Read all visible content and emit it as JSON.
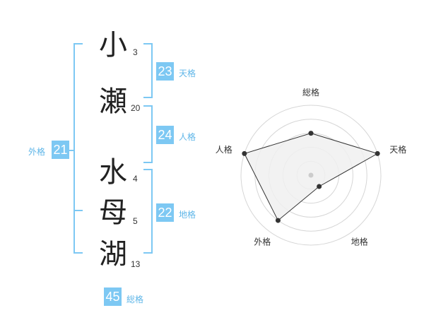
{
  "name": {
    "characters": [
      {
        "char": "小",
        "strokes": "3"
      },
      {
        "char": "瀬",
        "strokes": "20"
      },
      {
        "char": "水",
        "strokes": "4"
      },
      {
        "char": "母",
        "strokes": "5"
      },
      {
        "char": "湖",
        "strokes": "13"
      }
    ]
  },
  "fortune": {
    "tenkaku": {
      "label": "天格",
      "value": "23"
    },
    "jinkaku": {
      "label": "人格",
      "value": "24"
    },
    "chikaku": {
      "label": "地格",
      "value": "22"
    },
    "gaikaku": {
      "label": "外格",
      "value": "21"
    },
    "soukaku": {
      "label": "総格",
      "value": "45"
    }
  },
  "chart_data": {
    "type": "radar",
    "axes": [
      "総格",
      "天格",
      "地格",
      "外格",
      "人格"
    ],
    "values": [
      3,
      5,
      1,
      4,
      5
    ],
    "max": 5,
    "rings": 5,
    "colors": {
      "fill": "#f0f0f0",
      "line": "#333333",
      "ring": "#d6d6d6",
      "center": "#cccccc"
    }
  },
  "colors": {
    "accent": "#7dc8f3",
    "label": "#5fb6e8"
  }
}
